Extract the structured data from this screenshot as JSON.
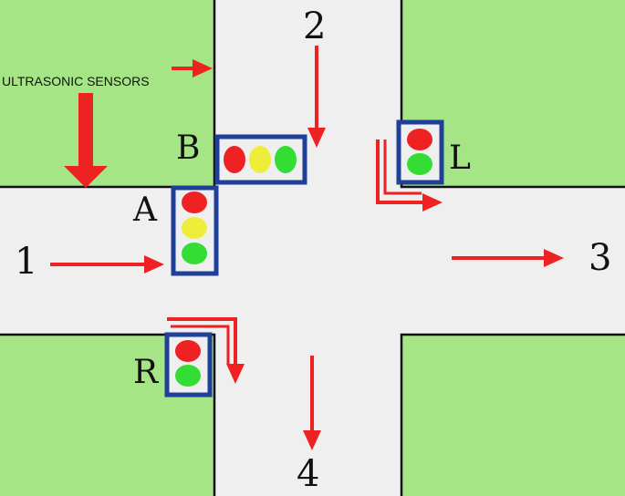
{
  "colors": {
    "grass": "#a6e586",
    "road": "#efefef",
    "edge": "#111111",
    "arrow": "#ee2222",
    "signal_frame": "#1f3f99",
    "signal_red": "#ee2222",
    "signal_yellow": "#eeee3a",
    "signal_green": "#33dd33"
  },
  "sensor_label": "ULTRASONIC SENSORS",
  "signals": {
    "a": {
      "label": "A",
      "lights": [
        "red",
        "yellow",
        "green"
      ]
    },
    "b": {
      "label": "B",
      "lights": [
        "red",
        "yellow",
        "green"
      ]
    },
    "l": {
      "label": "L",
      "lights": [
        "red",
        "green"
      ]
    },
    "r": {
      "label": "R",
      "lights": [
        "red",
        "green"
      ]
    }
  },
  "directions": {
    "d1": "1",
    "d2": "2",
    "d3": "3",
    "d4": "4"
  }
}
